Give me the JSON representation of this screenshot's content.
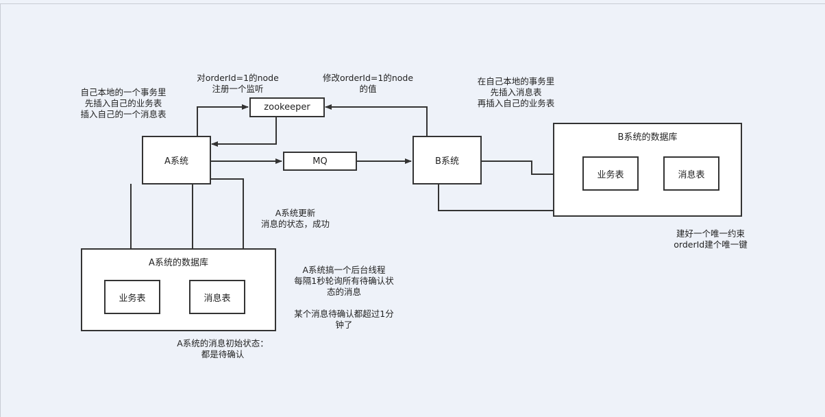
{
  "nodes": {
    "a_system": "A系统",
    "b_system": "B系统",
    "zookeeper": "zookeeper",
    "mq": "MQ",
    "a_db": {
      "title": "A系统的数据库",
      "business_table": "业务表",
      "message_table": "消息表"
    },
    "b_db": {
      "title": "B系统的数据库",
      "business_table": "业务表",
      "message_table": "消息表"
    }
  },
  "notes": {
    "a_transaction": "自己本地的一个事务里\n先插入自己的业务表\n插入自己的一个消息表",
    "register_watch": "对orderId=1的node\n注册一个监听",
    "modify_node": "修改orderId=1的node\n的值",
    "b_transaction": "在自己本地的事务里\n先插入消息表\n再插入自己的业务表",
    "a_update": "A系统更新\n消息的状态，成功",
    "background_thread": "A系统搞一个后台线程\n每隔1秒轮询所有待确认状\n态的消息",
    "timeout": "某个消息待确认都超过1分\n钟了",
    "initial_state": "A系统的消息初始状态：\n都是待确认",
    "unique_constraint": "建好一个唯一约束\norderId建个唯一键"
  }
}
